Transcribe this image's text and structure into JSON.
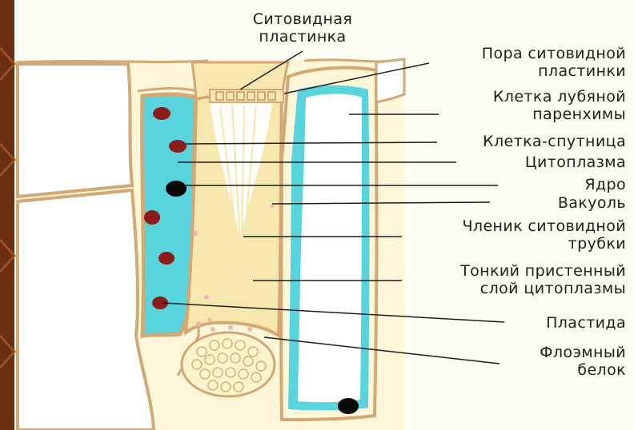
{
  "diagram": {
    "colors": {
      "background": "#fcfcf3",
      "cell_fill": "#fdf6d8",
      "cell_wall": "#d2a874",
      "cytoplasm": "#59d3dc",
      "tube_fill": "#f7e6ae",
      "plastid": "#8c1c1c",
      "nucleus": "#0a0a0a",
      "protein_dots": "#f2b6b6",
      "border_left": "#6b2f12"
    },
    "labels": {
      "sieve_plate": {
        "line1": "Ситовидная",
        "line2": "пластинка"
      },
      "sieve_plate_pore": {
        "line1": "Пора ситовидной",
        "line2": "пластинки"
      },
      "phloem_parenchyma_cell": {
        "line1": "Клетка лубяной",
        "line2": "паренхимы"
      },
      "companion_cell": "Клетка-спутница",
      "cytoplasm": "Цитоплазма",
      "nucleus": "Ядро",
      "vacuole": "Вакуоль",
      "sieve_tube_member": {
        "line1": "Членик ситовидной",
        "line2": "трубки"
      },
      "parietal_cytoplasm_layer": {
        "line1": "Тонкий пристенный",
        "line2": "слой цитоплазмы"
      },
      "plastid": "Пластида",
      "phloem_protein": {
        "line1": "Флоэмный",
        "line2": "белок"
      }
    }
  }
}
